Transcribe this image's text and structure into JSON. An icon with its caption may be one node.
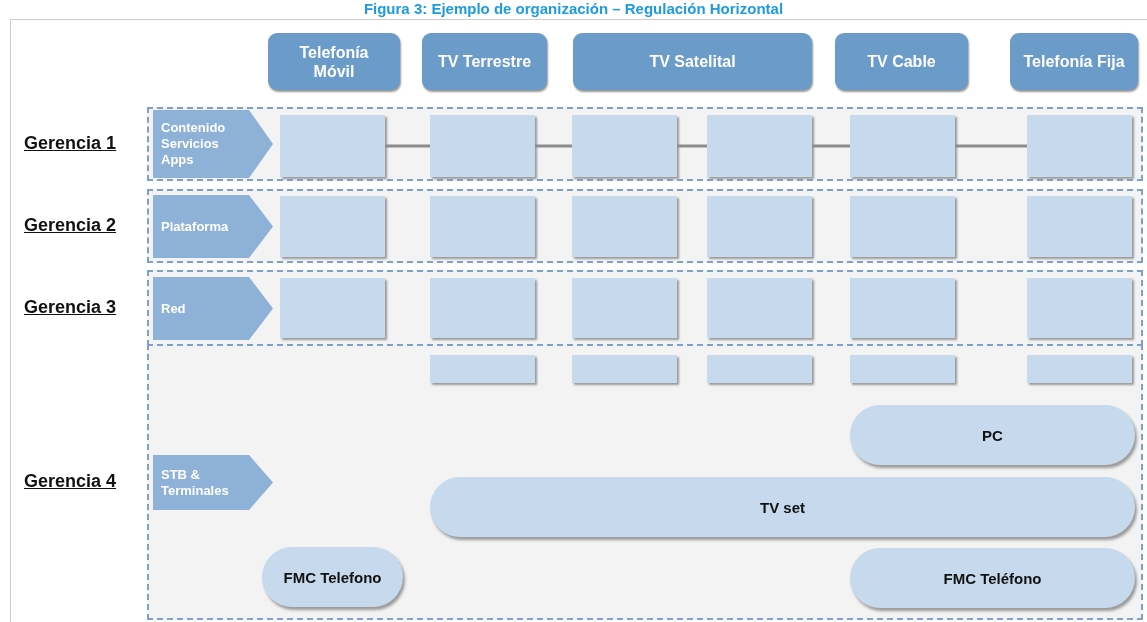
{
  "diagram": {
    "title": "Figura 3: Ejemplo de organización – Regulación Horizontal",
    "nodes": [
      {
        "text": [
          "Telefonía Móvil"
        ]
      },
      {
        "text": [
          "TV Terrestre"
        ]
      },
      {
        "text": [
          "TV Satelital"
        ]
      },
      {
        "text": [
          "TV Cable"
        ]
      },
      {
        "text": [
          "Telefonía Fija"
        ]
      },
      {
        "text": [
          "Gerencia 1"
        ]
      },
      {
        "text": [
          "Contenido Servicios Apps"
        ],
        "in": 5
      },
      {
        "text": [],
        "shape": "box",
        "in": 5
      },
      {
        "text": [],
        "shape": "box",
        "in": 5
      },
      {
        "text": [],
        "shape": "box",
        "in": 5
      },
      {
        "text": [],
        "shape": "box",
        "in": 5
      },
      {
        "text": [],
        "shape": "box",
        "in": 5
      },
      {
        "text": [],
        "shape": "box",
        "in": 5
      },
      {
        "text": [
          "Gerencia 2"
        ]
      },
      {
        "text": [
          "Plataforma"
        ],
        "in": 13
      },
      {
        "text": [],
        "shape": "box",
        "in": 13
      },
      {
        "text": [],
        "shape": "box",
        "in": 13
      },
      {
        "text": [],
        "shape": "box",
        "in": 13
      },
      {
        "text": [],
        "shape": "box",
        "in": 13
      },
      {
        "text": [],
        "shape": "box",
        "in": 13
      },
      {
        "text": [],
        "shape": "box",
        "in": 13
      },
      {
        "text": [
          "Gerencia 3"
        ]
      },
      {
        "text": [
          "Red"
        ],
        "in": 21
      },
      {
        "text": [],
        "shape": "box",
        "in": 21
      },
      {
        "text": [],
        "shape": "box",
        "in": 21
      },
      {
        "text": [],
        "shape": "box",
        "in": 21
      },
      {
        "text": [],
        "shape": "box",
        "in": 21
      },
      {
        "text": [],
        "shape": "box",
        "in": 21
      },
      {
        "text": [],
        "shape": "box",
        "in": 21
      },
      {
        "text": [
          "Gerencia 4"
        ]
      },
      {
        "text": [
          "STB & Terminales"
        ],
        "in": 29
      },
      {
        "text": [],
        "shape": "box",
        "in": 29
      },
      {
        "text": [],
        "shape": "box",
        "in": 29
      },
      {
        "text": [],
        "shape": "box",
        "in": 29
      },
      {
        "text": [],
        "shape": "box",
        "in": 29
      },
      {
        "text": [],
        "shape": "box",
        "in": 29
      },
      {
        "text": [
          "PC"
        ],
        "in": 29
      },
      {
        "text": [
          "TV set"
        ],
        "in": 29
      },
      {
        "text": [
          "FMC Telefono"
        ],
        "in": 29
      },
      {
        "text": [
          "FMC Teléfono"
        ],
        "in": 29
      }
    ],
    "edges": [
      {
        "from": 7,
        "to": 8,
        "arrow": "none"
      },
      {
        "from": 8,
        "to": 9,
        "arrow": "none"
      },
      {
        "from": 9,
        "to": 10,
        "arrow": "none"
      },
      {
        "from": 10,
        "to": 11,
        "arrow": "none"
      },
      {
        "from": 11,
        "to": 12,
        "arrow": "none"
      }
    ]
  }
}
